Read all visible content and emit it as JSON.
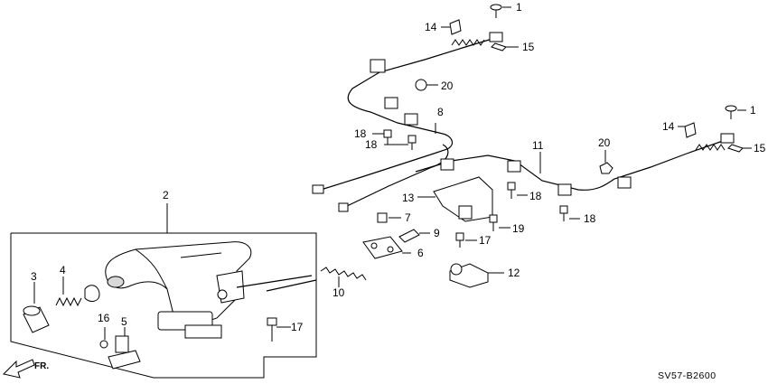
{
  "diagram_code": "SV57-B2600",
  "direction_label": "FR.",
  "callouts": {
    "c1a": "1",
    "c1b": "1",
    "c2": "2",
    "c3": "3",
    "c4": "4",
    "c5": "5",
    "c6": "6",
    "c7": "7",
    "c8": "8",
    "c9": "9",
    "c10": "10",
    "c11": "11",
    "c12": "12",
    "c13": "13",
    "c14a": "14",
    "c14b": "14",
    "c15a": "15",
    "c15b": "15",
    "c16": "16",
    "c17a": "17",
    "c17b": "17",
    "c18a": "18",
    "c18b": "18",
    "c18c": "18",
    "c18d": "18",
    "c19": "19",
    "c20a": "20",
    "c20b": "20"
  }
}
